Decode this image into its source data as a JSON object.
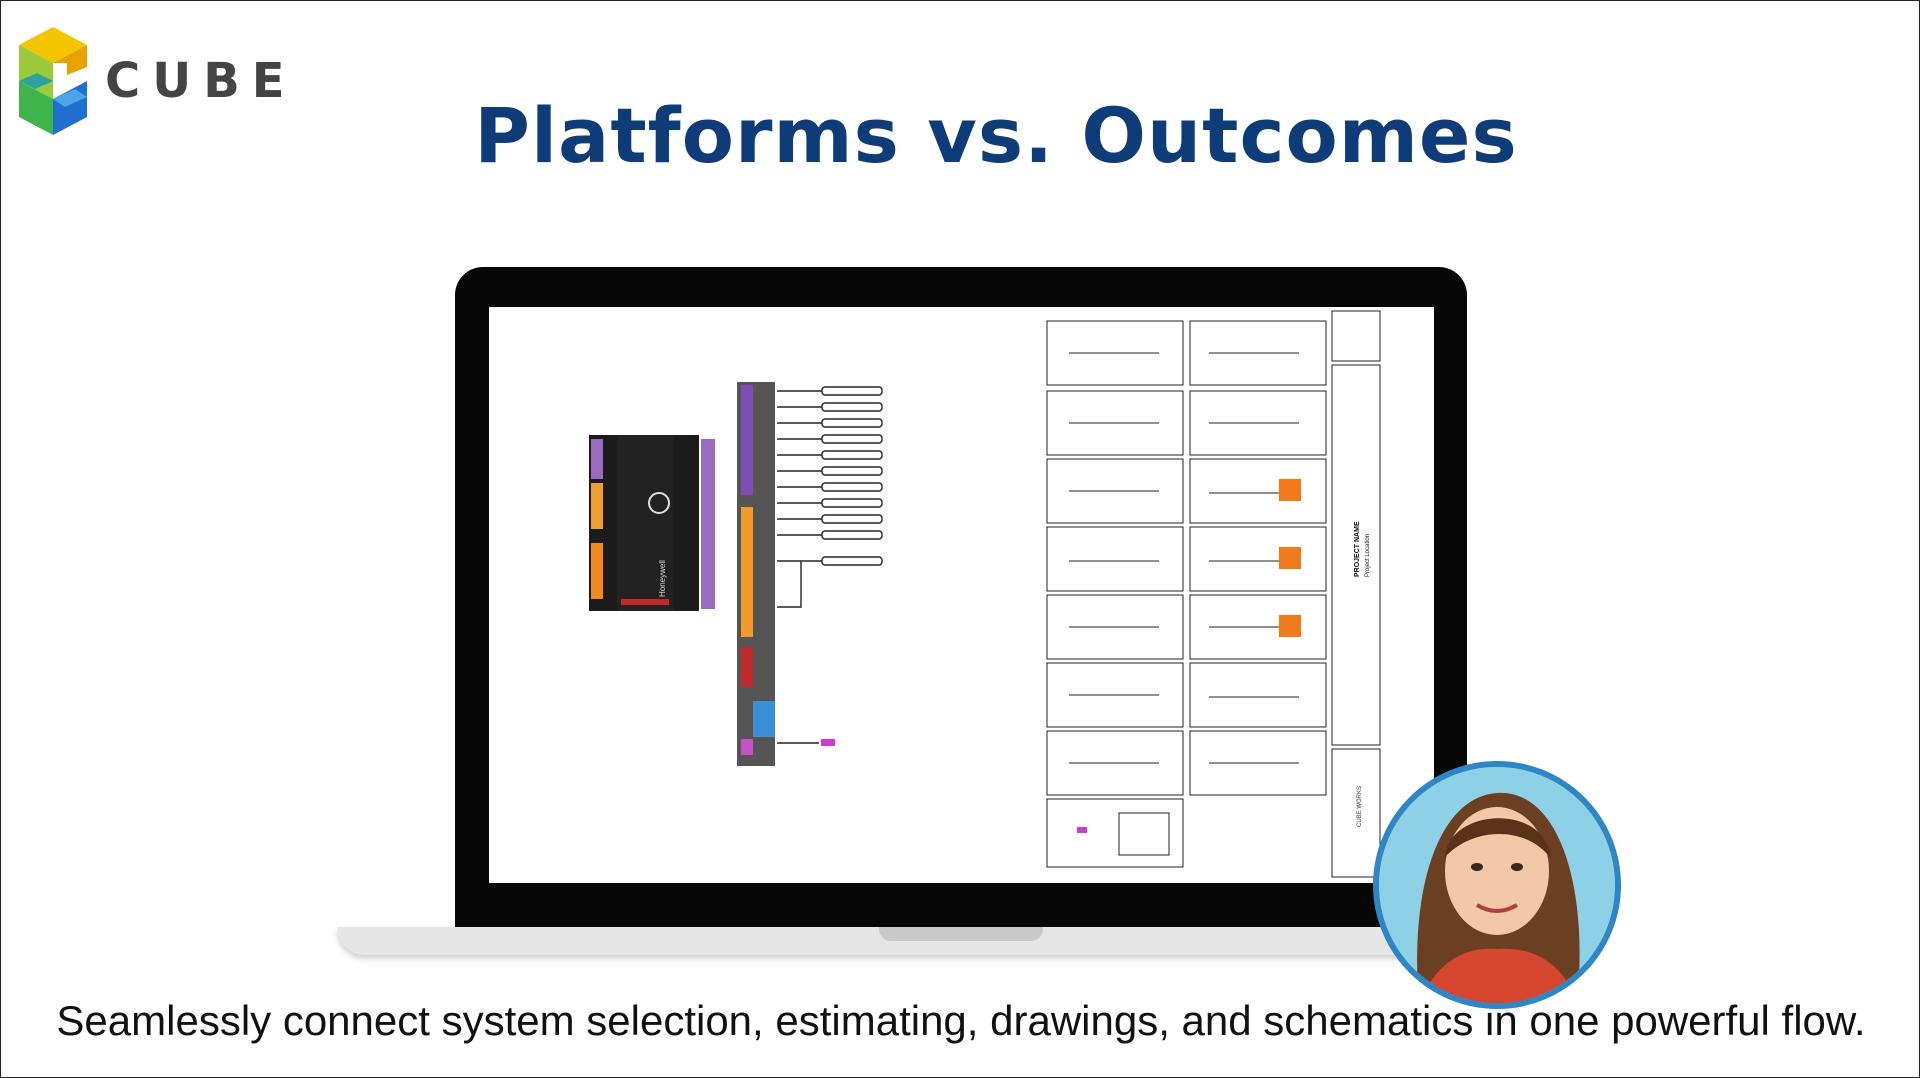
{
  "brand": {
    "name": "CUBE",
    "colors": {
      "yellow": "#f5c400",
      "green": "#3fb44a",
      "blue": "#1f6fd1",
      "dark_gray": "#444444"
    }
  },
  "slide": {
    "title": "Platforms vs. Outcomes",
    "title_color": "#0e3c78"
  },
  "screen": {
    "controller_brand": "Honeywell",
    "titleblock": {
      "project_name": "PROJECT NAME",
      "project_location": "Project Location",
      "logo_text": "CUBE WORKS"
    }
  },
  "caption": "Seamlessly connect system selection, estimating, drawings, and schematics in one powerful flow.",
  "presenter": {
    "avatar": "presenter-photo",
    "ring_color": "#2f86c6"
  }
}
